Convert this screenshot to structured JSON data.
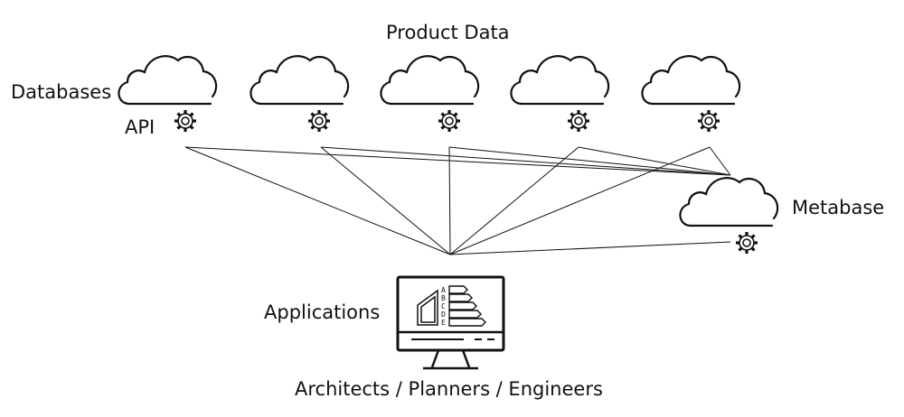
{
  "diagram": {
    "title": "Product Data",
    "databases_label": "Databases",
    "api_label": "API",
    "metabase_label": "Metabase",
    "applications_label": "Applications",
    "users_label": "Architects / Planners / Engineers",
    "energy_classes": [
      "A",
      "B",
      "C",
      "D",
      "E"
    ],
    "clouds": [
      "database-cloud-1",
      "database-cloud-2",
      "database-cloud-3",
      "database-cloud-4",
      "database-cloud-5",
      "metabase-cloud"
    ],
    "colors": {
      "stroke": "#111111",
      "background": "#ffffff"
    }
  }
}
